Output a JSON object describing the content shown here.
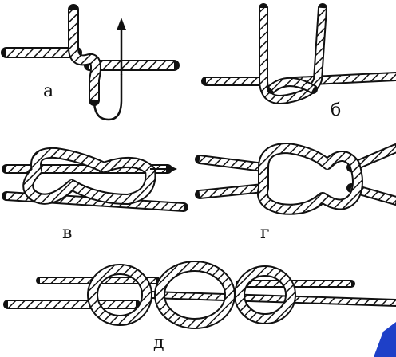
{
  "labels": {
    "a": "а",
    "b": "б",
    "v": "в",
    "g": "г",
    "d": "д"
  },
  "colors": {
    "ink": "#111111",
    "paper": "#ffffff",
    "watermark": "#1e40c8"
  }
}
